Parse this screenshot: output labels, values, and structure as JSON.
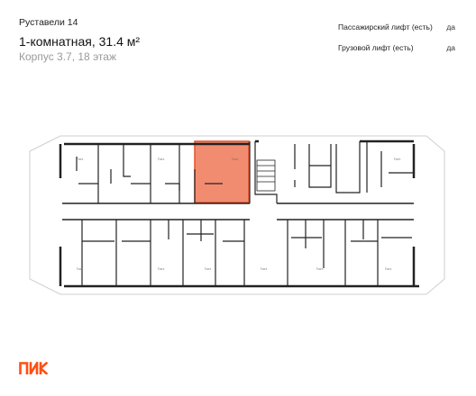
{
  "project": "Руставели 14",
  "apartment": {
    "title": "1-комнатная, 31.4 м²",
    "subtitle": "Корпус 3.7, 18 этаж"
  },
  "features": [
    {
      "label": "Пассажирский лифт (есть)",
      "value": "да"
    },
    {
      "label": "Грузовой лифт (есть)",
      "value": "да"
    }
  ],
  "colors": {
    "highlight": "#f28c71",
    "highlight_stroke": "#e4542c",
    "walls": "#222222",
    "brand": "#ff4f12"
  },
  "logo": {
    "name": "pik-logo"
  }
}
